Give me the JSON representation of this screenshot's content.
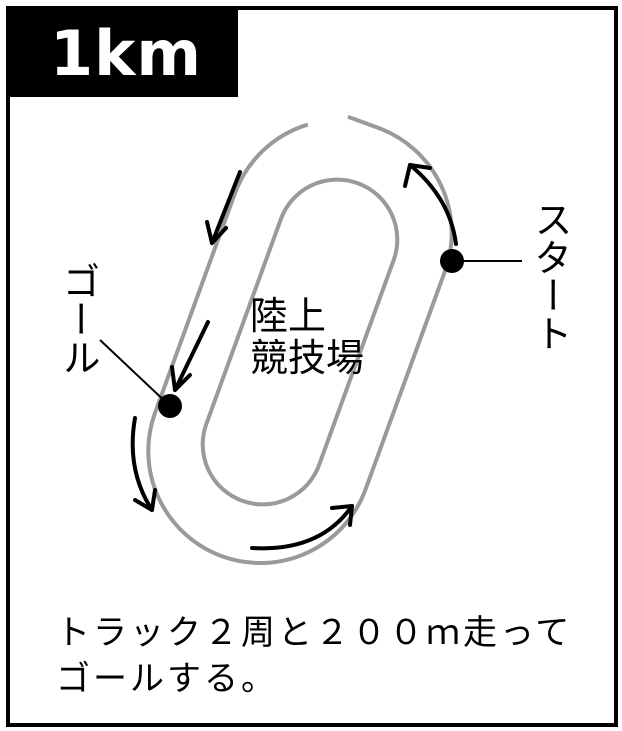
{
  "badge": {
    "distance": "1km"
  },
  "venue": {
    "line1": "陸上",
    "line2": "競技場"
  },
  "markers": {
    "start": "スタート",
    "goal": "ゴール"
  },
  "caption": {
    "line1": "トラック２周と２００ｍ走って",
    "line2": "ゴールする。"
  },
  "colors": {
    "track": "#9a9a9a",
    "ink": "#000000",
    "badge_bg": "#000000",
    "badge_text": "#ffffff"
  },
  "icons": [
    "direction-arrow-icon",
    "start-point-icon",
    "goal-point-icon"
  ]
}
